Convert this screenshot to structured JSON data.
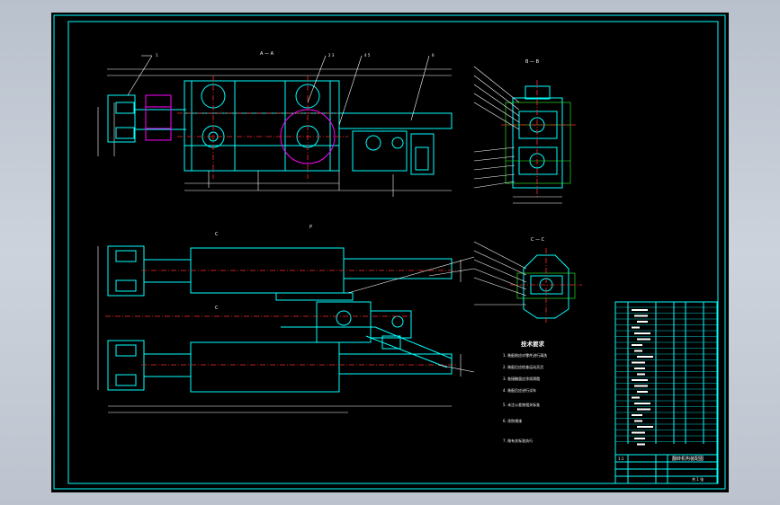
{
  "views": {
    "section_aa": "A — A",
    "section_bb": "B — B",
    "section_cc": "C — C",
    "mark_c": "C",
    "mark_p": "P"
  },
  "notes": {
    "title": "技术要求",
    "items": [
      "1. 装配前应对零件进行清洗",
      "2. 装配后应检查运动灵活",
      "3. 各接触面应涂润滑脂",
      "4. 装配后应进行试车",
      "5. 未注公差按相关标准",
      "6. 涂防锈漆",
      "7. 按有关标准执行"
    ]
  },
  "title_block": {
    "drawing_name": "翻转机构装配图",
    "scale_row": "1:1",
    "sheet_info": "共 1 张"
  },
  "colors": {
    "frame": "#00ffff",
    "dimension": "#ffffff",
    "centerline": "#ff2b2b",
    "highlight": "#ff00ff",
    "background": "#000000"
  }
}
